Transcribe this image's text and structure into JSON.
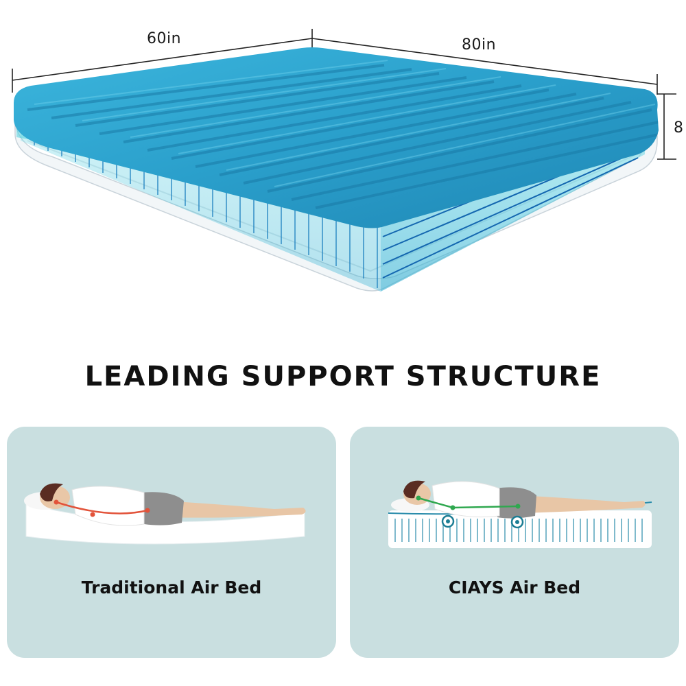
{
  "product": {
    "dimensions": {
      "width": "60in",
      "length": "80in",
      "height": "8"
    }
  },
  "headline": "LEADING SUPPORT STRUCTURE",
  "comparison": [
    {
      "label": "Traditional Air Bed",
      "spine_color": "#e2533a"
    },
    {
      "label": "CIAYS Air Bed",
      "spine_color": "#2fa84f"
    }
  ],
  "colors": {
    "mattress_top": "#2a9fcb",
    "chamber": "#33c2d6",
    "card_bg": "#c9dfe0"
  }
}
